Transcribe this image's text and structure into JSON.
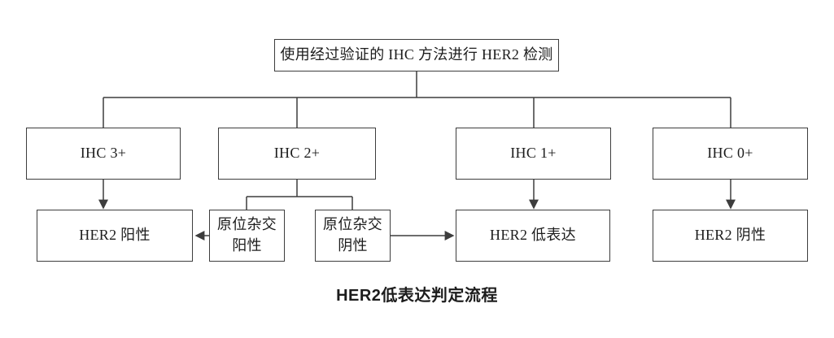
{
  "diagram": {
    "caption": "HER2低表达判定流程",
    "nodes": {
      "root": {
        "label": "使用经过验证的 IHC 方法进行 HER2 检测"
      },
      "ihc3": {
        "label": "IHC 3+"
      },
      "ihc2": {
        "label": "IHC 2+"
      },
      "ihc1": {
        "label": "IHC 1+"
      },
      "ihc0": {
        "label": "IHC 0+"
      },
      "her2pos": {
        "label": "HER2 阳性"
      },
      "ishpos": {
        "label": "原位杂交\n阳性"
      },
      "ishneg": {
        "label": "原位杂交\n阴性"
      },
      "her2low": {
        "label": "HER2 低表达"
      },
      "her2neg": {
        "label": "HER2 阴性"
      }
    },
    "edges": [
      {
        "from": "root",
        "to": "ihc3",
        "arrow": false
      },
      {
        "from": "root",
        "to": "ihc2",
        "arrow": false
      },
      {
        "from": "root",
        "to": "ihc1",
        "arrow": false
      },
      {
        "from": "root",
        "to": "ihc0",
        "arrow": false
      },
      {
        "from": "ihc3",
        "to": "her2pos",
        "arrow": true
      },
      {
        "from": "ihc2",
        "to": "ishpos",
        "arrow": false
      },
      {
        "from": "ihc2",
        "to": "ishneg",
        "arrow": false
      },
      {
        "from": "ihc1",
        "to": "her2low",
        "arrow": true
      },
      {
        "from": "ihc0",
        "to": "her2neg",
        "arrow": true
      },
      {
        "from": "ishpos",
        "to": "her2pos",
        "arrow": true
      },
      {
        "from": "ishneg",
        "to": "her2low",
        "arrow": true
      }
    ],
    "colors": {
      "line": "#3d3d3d",
      "text": "#1c1c1c",
      "background": "#ffffff"
    }
  }
}
